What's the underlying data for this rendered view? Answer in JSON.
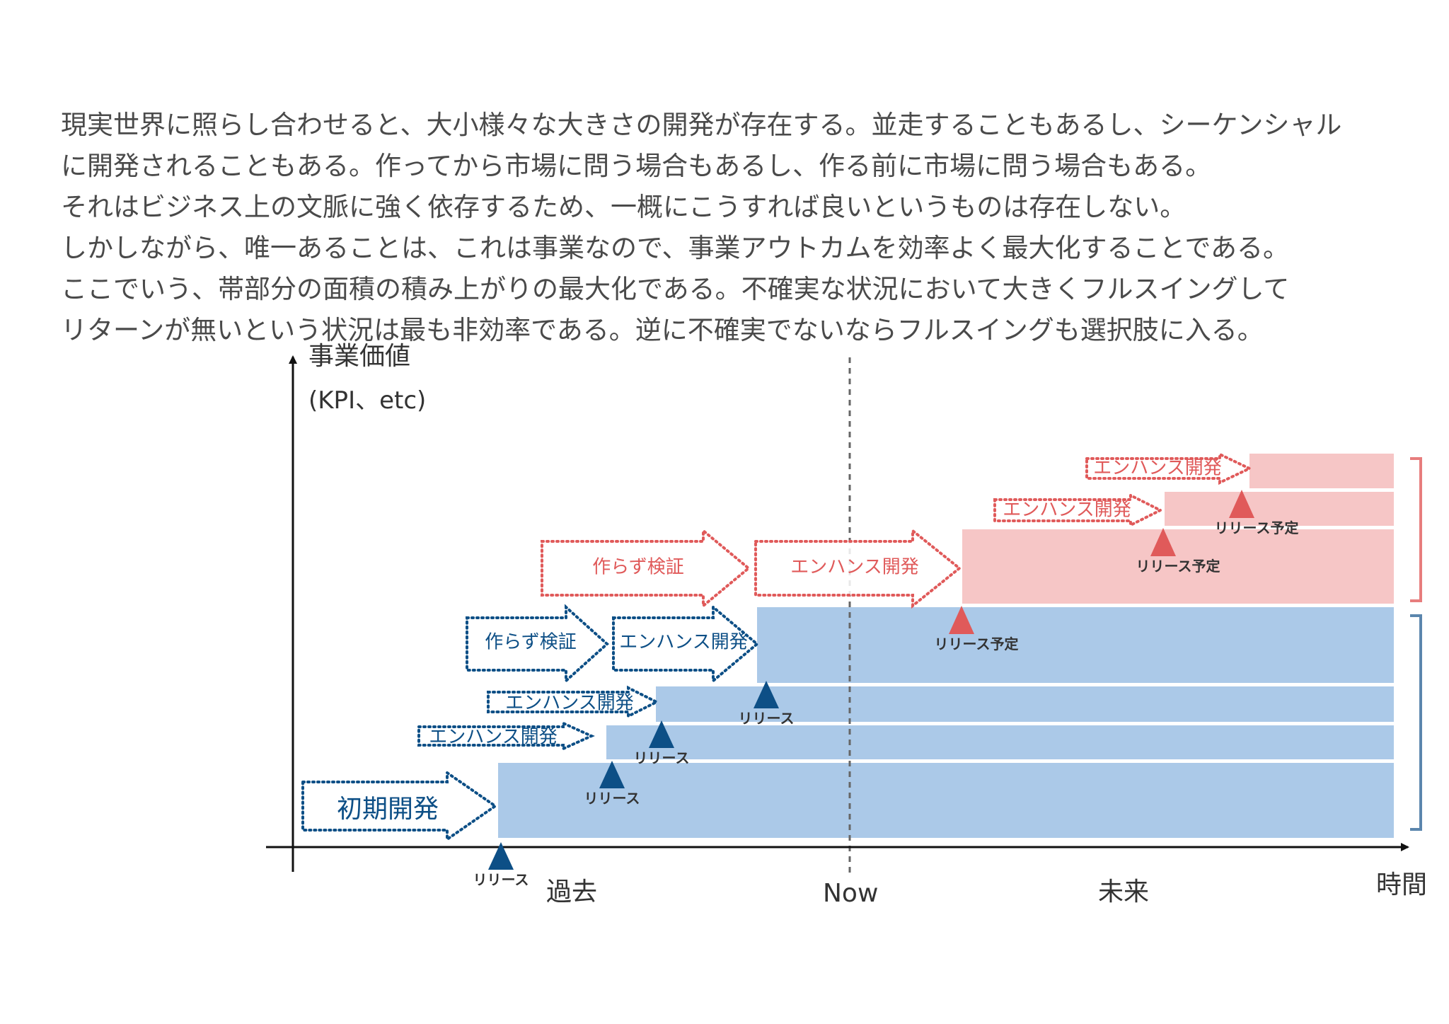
{
  "intro_lines": [
    "現実世界に照らし合わせると、大小様々な大きさの開発が存在する。並走することもあるし、シーケンシャル",
    "に開発されることもある。作ってから市場に問う場合もあるし、作る前に市場に問う場合もある。",
    "それはビジネス上の文脈に強く依存するため、一概にこうすれば良いというものは存在しない。",
    "しかしながら、唯一あることは、これは事業なので、事業アウトカムを効率よく最大化することである。",
    "ここでいう、帯部分の面積の積み上がりの最大化である。不確実な状況において大きくフルスイングして",
    "リターンが無いという状況は最も非効率である。逆に不確実でないならフルスイングも選択肢に入る。"
  ],
  "axes": {
    "y_label": "事業価値",
    "y_sublabel": "(KPI、etc)",
    "x_label": "時間",
    "past": "過去",
    "now": "Now",
    "future": "未来"
  },
  "colors": {
    "blue_band": "#abc9e8",
    "red_band": "#f6c6c6",
    "blue_dark": "#0d4f86",
    "red": "#e05a5a",
    "blue_bracket": "#5b86ad",
    "red_bracket": "#e77d7d"
  },
  "arrows": [
    {
      "label": "初期開発",
      "color": "blue"
    },
    {
      "label": "エンハンス開発",
      "color": "blue"
    },
    {
      "label": "エンハンス開発",
      "color": "blue"
    },
    {
      "label": "作らず検証",
      "color": "blue"
    },
    {
      "label": "エンハンス開発",
      "color": "blue"
    },
    {
      "label": "作らず検証",
      "color": "red"
    },
    {
      "label": "エンハンス開発",
      "color": "red"
    },
    {
      "label": "エンハンス開発",
      "color": "red"
    },
    {
      "label": "エンハンス開発",
      "color": "red"
    }
  ],
  "markers": [
    {
      "label": "リリース",
      "color": "blue"
    },
    {
      "label": "リリース",
      "color": "blue"
    },
    {
      "label": "リリース",
      "color": "blue"
    },
    {
      "label": "リリース",
      "color": "blue"
    },
    {
      "label": "リリース予定",
      "color": "red"
    },
    {
      "label": "リリース予定",
      "color": "red"
    },
    {
      "label": "リリース予定",
      "color": "red"
    }
  ]
}
